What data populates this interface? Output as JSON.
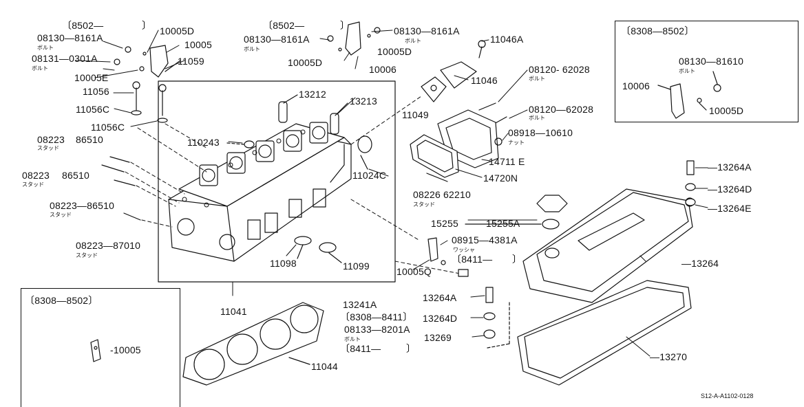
{
  "main_labels": {
    "r1": "〔8502—",
    "r1b": "〕",
    "p08130_8161A_a": "08130—8161A",
    "p10005D_a": "10005D",
    "p10005_a": "10005",
    "p08131": "08131—0301A",
    "p10005E": "10005E",
    "p11059": "11059",
    "p11056": "11056",
    "p11056C_a": "11056C",
    "p11056C_b": "11056C",
    "p08223_a": "08223",
    "p86510_a": "86510",
    "p08223_b": "08223",
    "p86510_b": "86510",
    "p08223_86510": "08223—86510",
    "p08223_87010": "08223—87010",
    "p110243": "110243",
    "p13212": "13212",
    "p13213": "13213",
    "p11024C": "11024C",
    "r2": "〔8502—",
    "r2b": "〕",
    "p08130_8161A_b": "08130—8161A",
    "p08130_8161A_c": "08130—8161A",
    "p10005D_b": "10005D",
    "p10005D_c": "10005D",
    "p10006_a": "10006",
    "p11046A": "11046A",
    "p11046": "11046",
    "p08120_62028_a": "08120‐ 62028",
    "p08120_62028_b": "08120—62028",
    "p08918": "08918—10610",
    "p11049": "11049",
    "p14711E": "14711 E",
    "p14720N": "14720N",
    "p08226": "08226 62210",
    "p15255": "15255",
    "p15255A": "15255A",
    "p08915": "08915—4381A",
    "p8411a": "〔8411—",
    "p8411a_b": "〕",
    "p10005Q": "10005Q",
    "p11098": "11098",
    "p11099": "11099",
    "p11041": "11041",
    "p11044": "11044",
    "p13241A": "13241A",
    "p8308_8411": "〔8308—8411〕",
    "p08133": "08133—8201A",
    "p8411b": "〔8411—",
    "p8411b_b": "〕",
    "p13264A_a": "13264A",
    "p13264D_a": "13264D",
    "p13269": "13269",
    "p13264A_b": "—13264A",
    "p13264D_b": "—13264D",
    "p13264E": "—13264E",
    "p13264": "—13264",
    "p13270": "—13270",
    "p10005_b": "‐10005"
  },
  "small_labels": {
    "bolt": "ボルト",
    "stud": "スタッド",
    "nut": "ナット",
    "washer": "ワッシャ"
  },
  "inset_top_right": {
    "range": "〔8308—8502〕",
    "p08130": "08130—81610",
    "p10006": "10006",
    "p10005D": "10005D"
  },
  "inset_bottom_left": {
    "range": "〔8308—8502〕"
  },
  "watermark": "S12‐A‐A1102‐0128"
}
